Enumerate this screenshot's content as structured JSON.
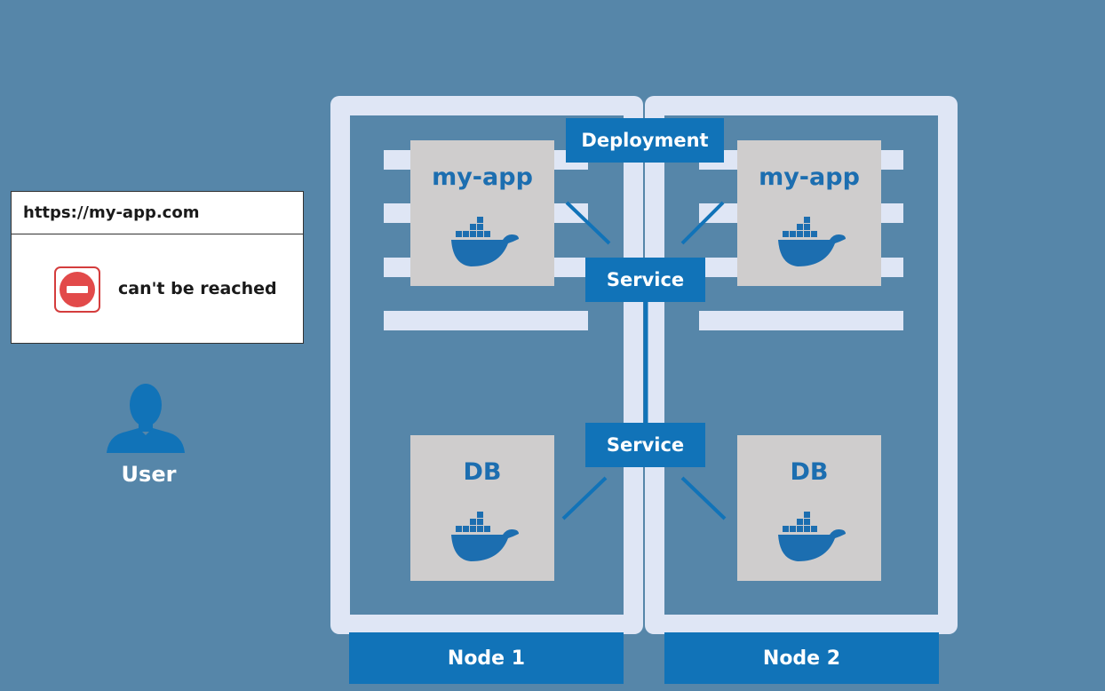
{
  "browser": {
    "url": "https://my-app.com",
    "error_message": "can't be reached"
  },
  "user": {
    "label": "User"
  },
  "deployment": {
    "label": "Deployment"
  },
  "services": [
    {
      "label": "Service"
    },
    {
      "label": "Service"
    }
  ],
  "nodes": [
    {
      "label": "Node 1",
      "app_pod": "my-app",
      "db_pod": "DB"
    },
    {
      "label": "Node 2",
      "app_pod": "my-app",
      "db_pod": "DB"
    }
  ],
  "colors": {
    "background": "#5686a9",
    "accent": "#1173b8",
    "node_frame": "#dfe6f5",
    "pod": "#cfcdcd",
    "error": "#e24a4a"
  },
  "icons": [
    "no-entry-icon",
    "user-icon",
    "docker-whale-icon"
  ]
}
